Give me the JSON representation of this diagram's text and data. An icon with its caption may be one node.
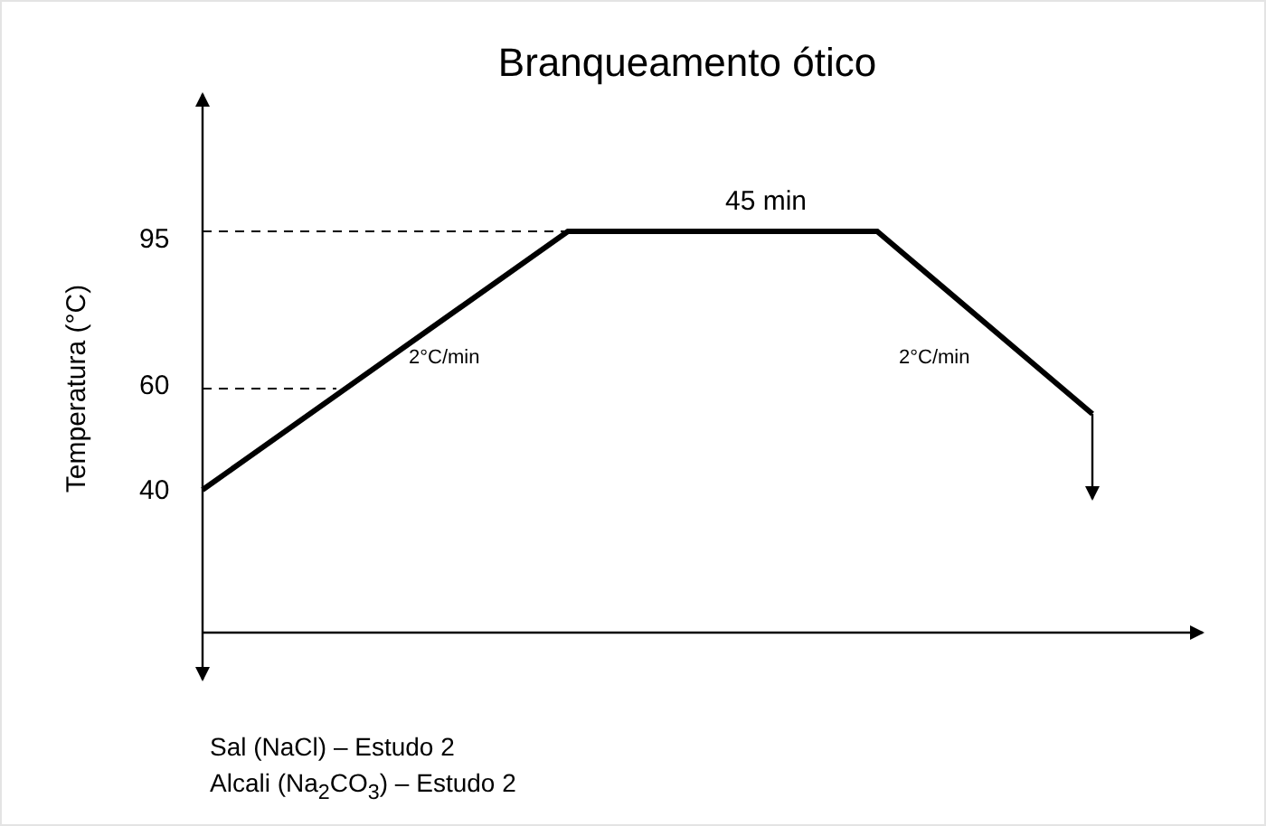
{
  "diagram": {
    "title": "Branqueamento ótico",
    "labels": [
      "95",
      "60",
      "40",
      "Temperatura (°C)",
      "45 min",
      "2°C/min",
      "2°C/min",
      "Sal (NaCl) – Estudo 2",
      "Alcali (Na$_{2}$CO$_{3}$) – Estudo 2"
    ]
  }
}
